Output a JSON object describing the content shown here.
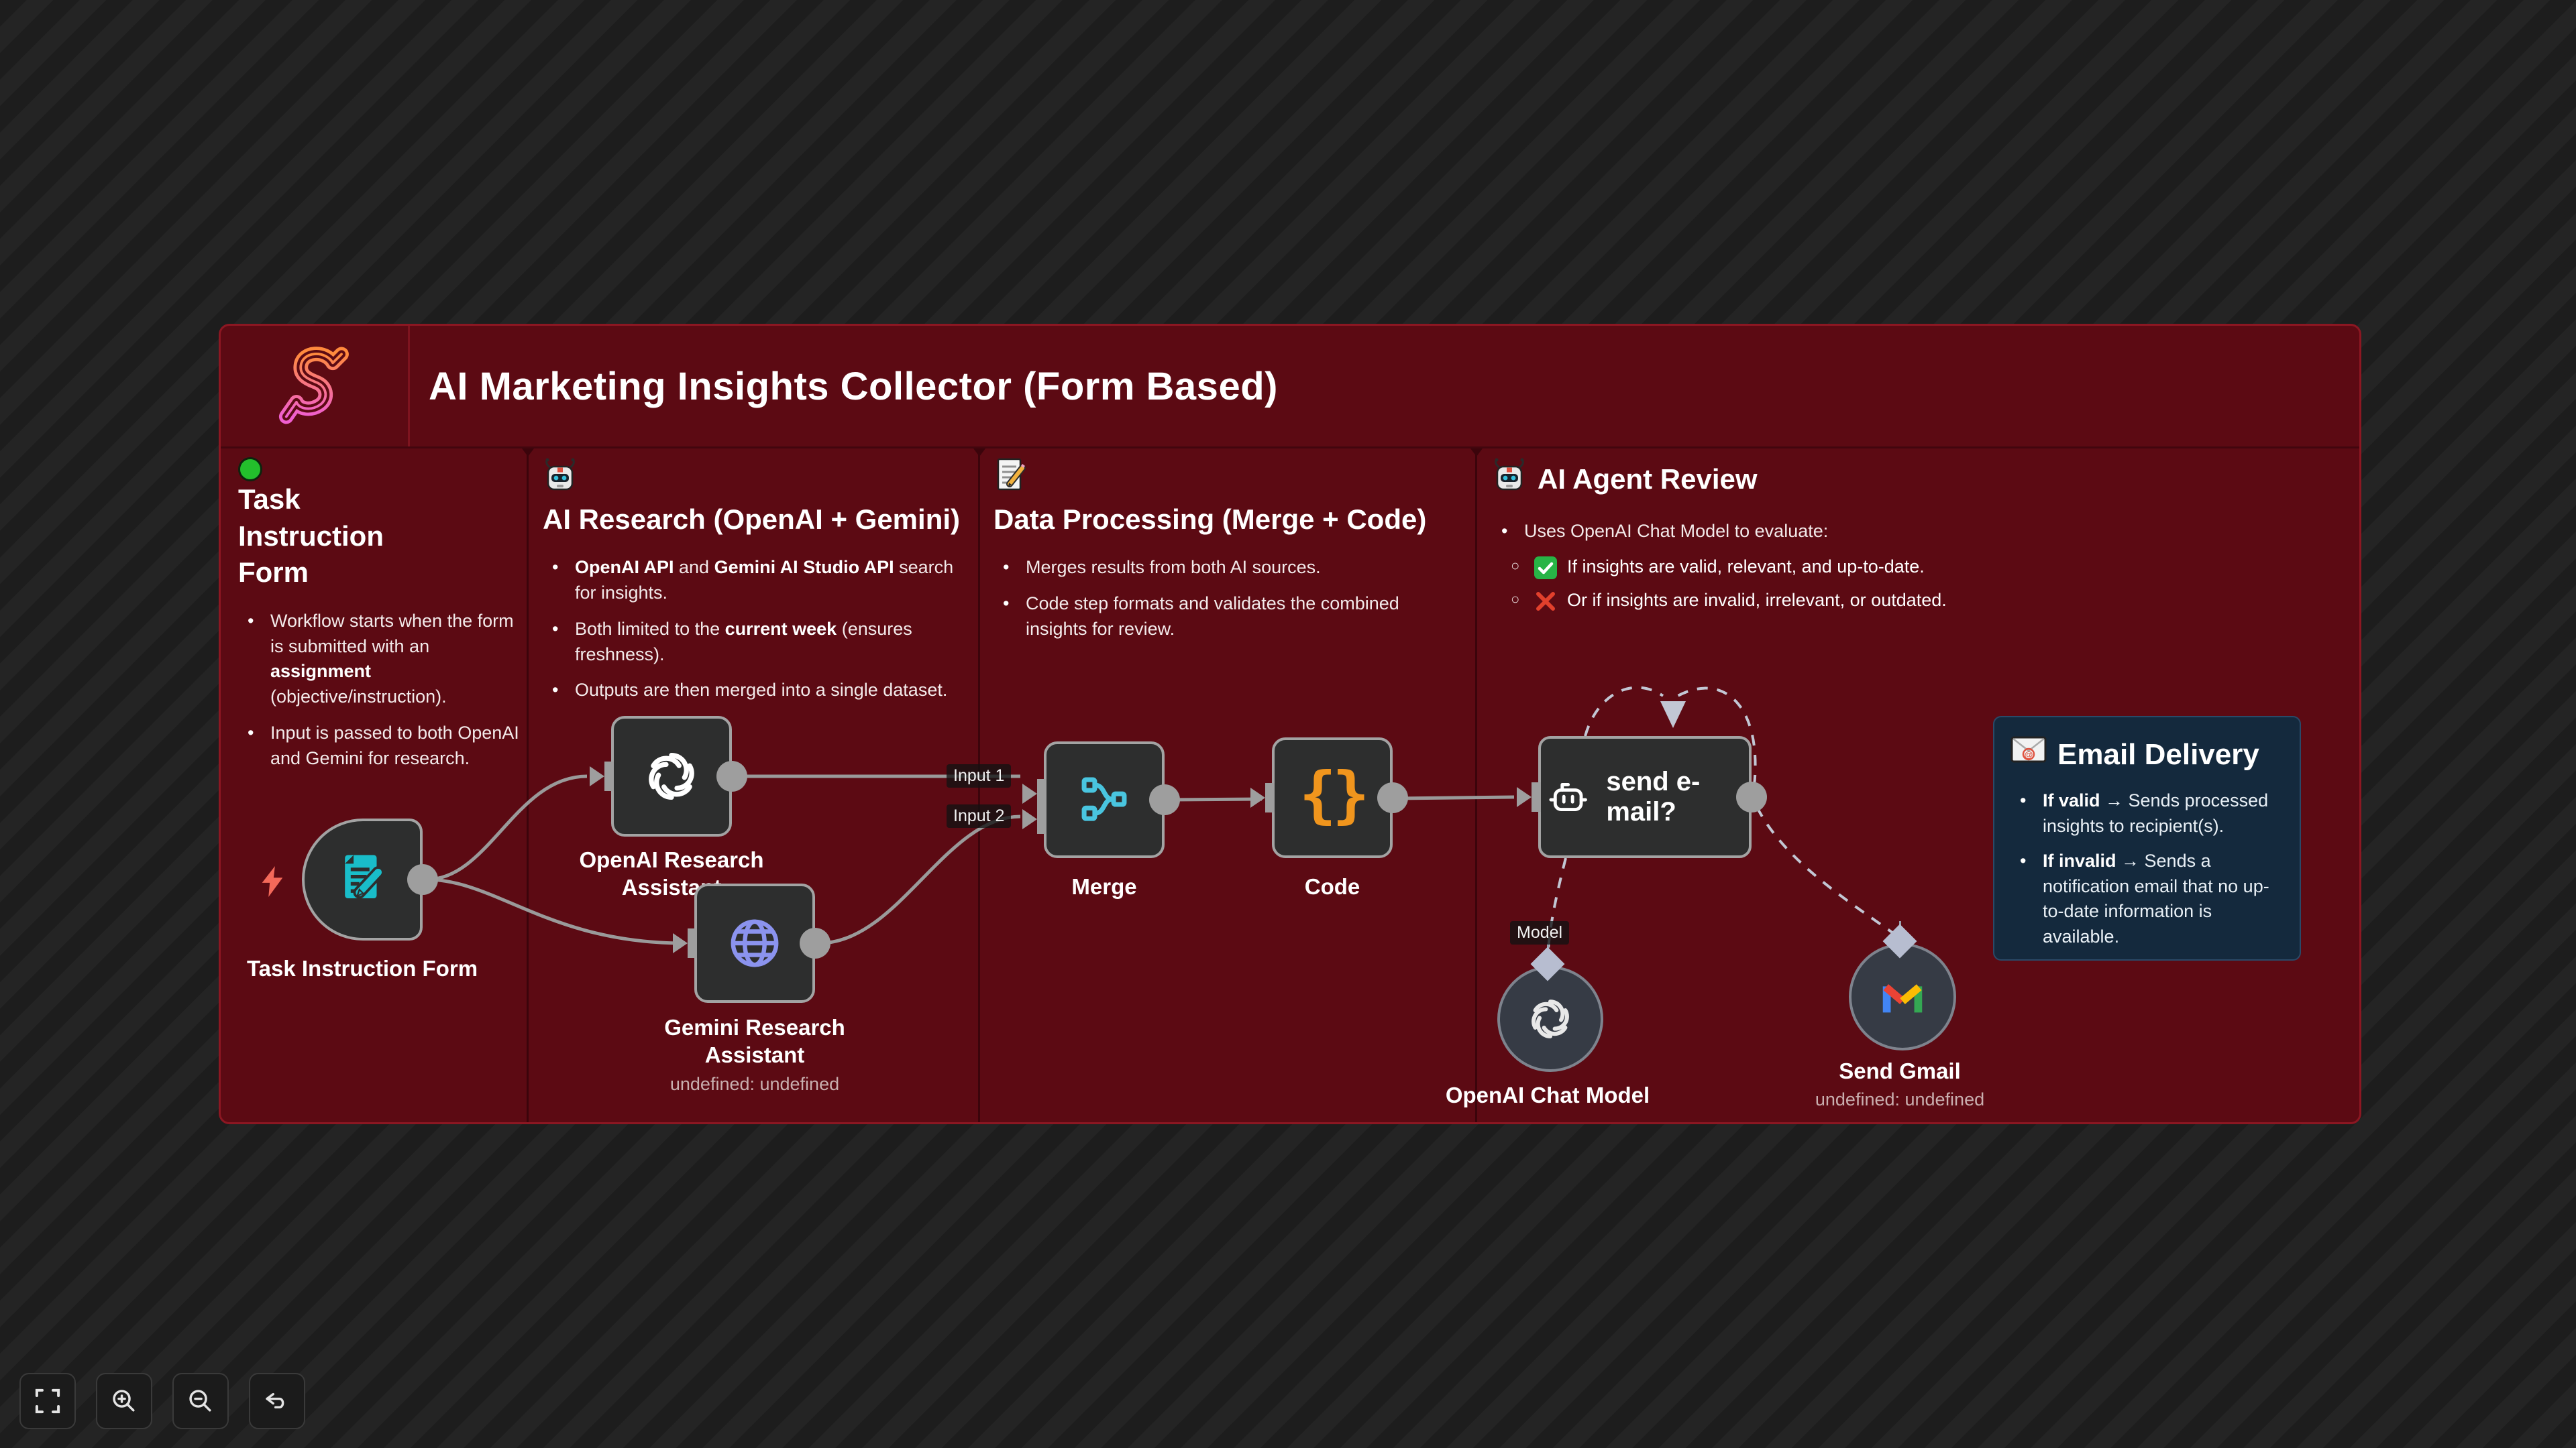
{
  "header": {
    "title": "AI Marketing Insights Collector (Form Based)"
  },
  "sections": [
    {
      "id": "task-form",
      "title": "Task Instruction Form",
      "bullets": [
        [
          {
            "t": "Workflow starts when the form is submitted with an "
          },
          {
            "t": "assignment",
            "b": true
          },
          {
            "t": " (objective/instruction)."
          }
        ],
        [
          {
            "t": "Input is passed to both OpenAI and Gemini for research."
          }
        ]
      ]
    },
    {
      "id": "ai-research",
      "title": "AI Research (OpenAI + Gemini)",
      "bullets": [
        [
          {
            "t": "OpenAI API",
            "b": true
          },
          {
            "t": " and "
          },
          {
            "t": "Gemini AI Studio API",
            "b": true
          },
          {
            "t": " search for insights."
          }
        ],
        [
          {
            "t": "Both limited to the "
          },
          {
            "t": "current week",
            "b": true
          },
          {
            "t": " (ensures freshness)."
          }
        ],
        [
          {
            "t": "Outputs are then merged into a single dataset."
          }
        ]
      ]
    },
    {
      "id": "data-processing",
      "title": "Data Processing (Merge + Code)",
      "bullets": [
        [
          {
            "t": "Merges results from both AI sources."
          }
        ],
        [
          {
            "t": "Code step formats and validates the combined insights for review."
          }
        ]
      ]
    },
    {
      "id": "agent-review",
      "title": "AI Agent Review",
      "bullets": [
        [
          {
            "t": "Uses OpenAI Chat Model to evaluate:"
          }
        ]
      ],
      "subbullets": [
        {
          "icon": "check-icon",
          "parts": [
            {
              "t": "If insights are valid, relevant, and up-to-date."
            }
          ]
        },
        {
          "icon": "cross-icon",
          "parts": [
            {
              "t": "Or if insights are invalid, irrelevant, or outdated."
            }
          ]
        }
      ]
    }
  ],
  "email_box": {
    "title": "Email Delivery",
    "bullets": [
      [
        {
          "t": "If valid",
          "b": true
        },
        {
          "t": " → Sends processed insights to recipient(s)."
        }
      ],
      [
        {
          "t": "If invalid",
          "b": true
        },
        {
          "t": " → Sends a notification email that no up-to-date information is available."
        }
      ]
    ]
  },
  "nodes": {
    "task_form": {
      "label": "Task Instruction Form"
    },
    "openai_research": {
      "label": "OpenAI Research Assistant"
    },
    "gemini_research": {
      "label": "Gemini Research Assistant",
      "sublabel": "undefined: undefined"
    },
    "merge": {
      "label": "Merge",
      "input1": "Input 1",
      "input2": "Input 2"
    },
    "code": {
      "label": "Code"
    },
    "agent": {
      "label": "send e-mail?"
    },
    "chat_model": {
      "label": "OpenAI Chat Model",
      "port_label": "Model"
    },
    "gmail": {
      "label": "Send Gmail",
      "sublabel": "undefined: undefined"
    }
  },
  "toolbar": {
    "buttons": [
      "fit-view",
      "zoom-in",
      "zoom-out",
      "undo"
    ]
  },
  "colors": {
    "canvas_red": "#5c0a13",
    "panel_border": "#8c1722",
    "email_navy": "#14293d",
    "green_dot": "#23bf2c",
    "check_green": "#28b446",
    "cross_red": "#e2402c",
    "form_teal": "#19bdc9",
    "gemini_periwinkle": "#8b93ee",
    "merge_cyan": "#49c5df",
    "code_orange": "#f0951d",
    "bolt_coral": "#f4695a",
    "wire_gray": "#9a9a9a",
    "dashed_gray": "#c2c7d4",
    "logo_top": "#ff8a3d",
    "logo_bottom": "#f05fd0",
    "gmail_blue": "#4285f4",
    "gmail_green": "#34a853",
    "gmail_red": "#ea4335",
    "gmail_yellow": "#fbbc04"
  }
}
